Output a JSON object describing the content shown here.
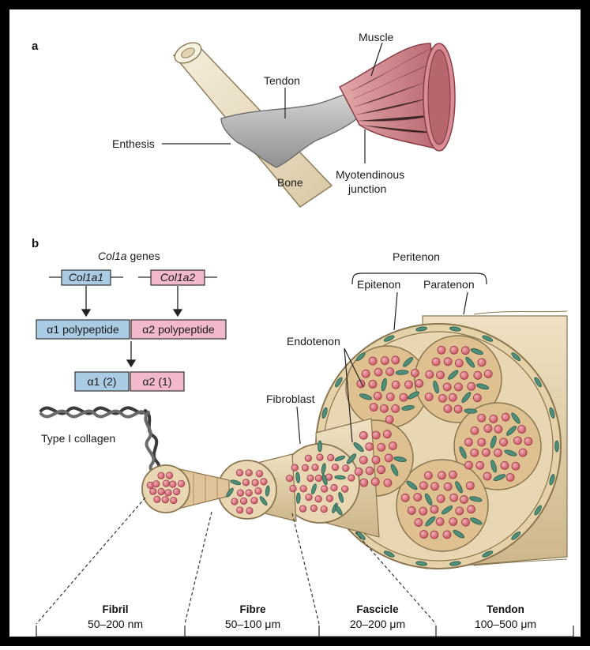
{
  "panel_a": {
    "label": "a",
    "muscle": "Muscle",
    "tendon": "Tendon",
    "enthesis": "Enthesis",
    "bone": "Bone",
    "myotendinous_1": "Myotendinous",
    "myotendinous_2": "junction"
  },
  "panel_b": {
    "label": "b",
    "genes_title_italic": "Col1a",
    "genes_title_rest": " genes",
    "gene1": "Col1a1",
    "gene2": "Col1a2",
    "polypeptide1": "α1 polypeptide",
    "polypeptide2": "α2 polypeptide",
    "chain1": "α1 (2)",
    "chain2": "α2 (1)",
    "type1_collagen": "Type I collagen",
    "peritenon": "Peritenon",
    "epitenon": "Epitenon",
    "paratenon": "Paratenon",
    "endotenon": "Endotenon",
    "fibroblast": "Fibroblast"
  },
  "scale": [
    {
      "name": "Fibril",
      "range": "50–200 nm"
    },
    {
      "name": "Fibre",
      "range": "50–100 μm"
    },
    {
      "name": "Fascicle",
      "range": "20–200 μm"
    },
    {
      "name": "Tendon",
      "range": "100–500 μm"
    }
  ],
  "colors": {
    "frame": "#000000",
    "bone": "#efe5cf",
    "tendon_grey": "#b9b9b9",
    "muscle": "#c97f85",
    "tissue_tan": "#e9d7b3",
    "fibril_pink": "#d9737f",
    "fibroblast_green": "#4f8f79",
    "gene_blue": "#a9cbe3",
    "gene_pink": "#f2b9cd"
  }
}
